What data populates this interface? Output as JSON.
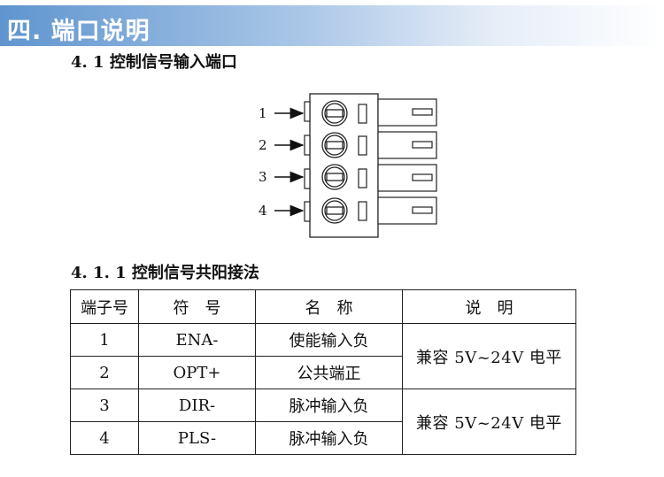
{
  "banner": {
    "title": "四. 端口说明"
  },
  "section_4_1": {
    "title": "4. 1 控制信号输入端口"
  },
  "diagram": {
    "pin_labels": [
      "1",
      "2",
      "3",
      "4"
    ]
  },
  "section_4_1_1": {
    "title": "4. 1. 1 控制信号共阳接法"
  },
  "table": {
    "headers": [
      "端子号",
      "符　号",
      "名　称",
      "说　明"
    ],
    "rows": [
      {
        "pin": "1",
        "symbol": "ENA-",
        "name": "使能输入负"
      },
      {
        "pin": "2",
        "symbol": "OPT+",
        "name": "公共端正"
      },
      {
        "pin": "3",
        "symbol": "DIR-",
        "name": "脉冲输入负"
      },
      {
        "pin": "4",
        "symbol": "PLS-",
        "name": "脉冲输入负"
      }
    ],
    "notes": [
      "兼容 5V~24V 电平",
      "兼容 5V~24V 电平"
    ]
  }
}
